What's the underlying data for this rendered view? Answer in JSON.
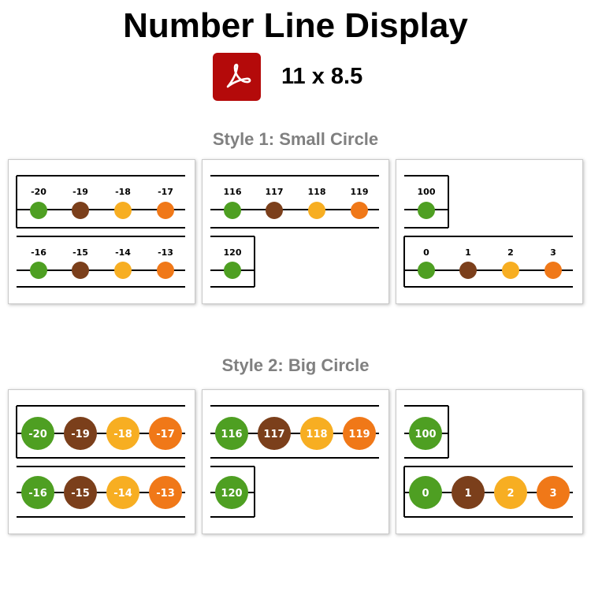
{
  "title": "Number Line Display",
  "format": {
    "label": "11 x 8.5",
    "icon": "pdf-icon",
    "icon_color": "#b40a0a"
  },
  "colors": {
    "green": "#4e9f22",
    "brown": "#7b3f1b",
    "yellow": "#f7ae22",
    "orange": "#f07818"
  },
  "sections": [
    {
      "heading": "Style 1: Small Circle",
      "cards": [
        {
          "rows": [
            [
              "-20",
              "-19",
              "-18",
              "-17"
            ],
            [
              "-16",
              "-15",
              "-14",
              "-13"
            ]
          ]
        },
        {
          "rows": [
            [
              "116",
              "117",
              "118",
              "119"
            ],
            [
              "120"
            ]
          ]
        },
        {
          "rows": [
            [
              "100"
            ],
            [
              "0",
              "1",
              "2",
              "3"
            ]
          ]
        }
      ]
    },
    {
      "heading": "Style 2: Big Circle",
      "cards": [
        {
          "rows": [
            [
              "-20",
              "-19",
              "-18",
              "-17"
            ],
            [
              "-16",
              "-15",
              "-14",
              "-13"
            ]
          ]
        },
        {
          "rows": [
            [
              "116",
              "117",
              "118",
              "119"
            ],
            [
              "120"
            ]
          ]
        },
        {
          "rows": [
            [
              "100"
            ],
            [
              "0",
              "1",
              "2",
              "3"
            ]
          ]
        }
      ]
    }
  ]
}
